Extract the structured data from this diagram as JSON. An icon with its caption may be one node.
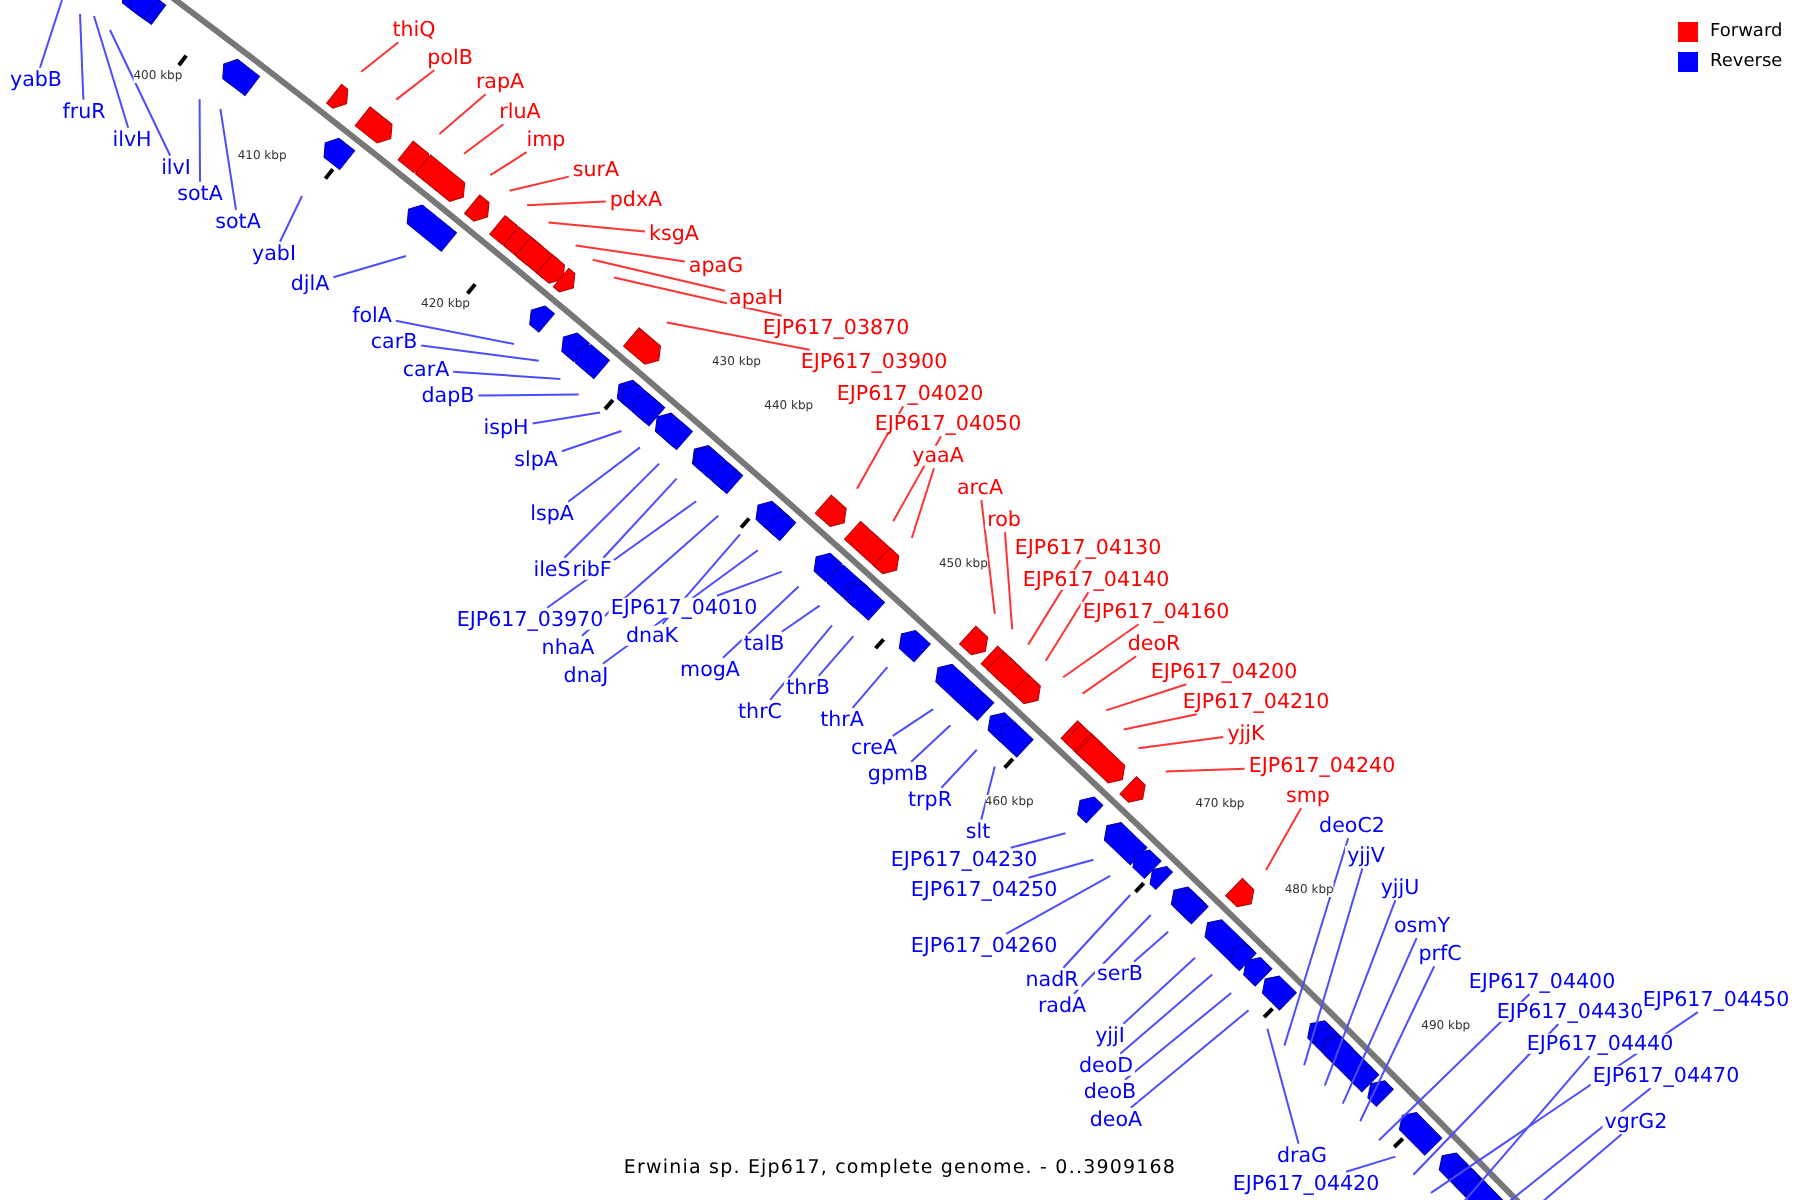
{
  "diagram": {
    "caption": "Erwinia sp. Ejp617, complete genome. - 0..3909168",
    "nodes": [
      {
        "text": [
          "yabB"
        ]
      },
      {
        "text": [
          "fruR"
        ]
      },
      {
        "text": [
          "ilvH"
        ]
      },
      {
        "text": [
          "ilvI"
        ]
      },
      {
        "text": [
          "sotA"
        ]
      },
      {
        "text": [
          "sotA"
        ]
      },
      {
        "text": [
          "yabI"
        ]
      },
      {
        "text": [
          "djlA"
        ]
      },
      {
        "text": [
          "folA"
        ]
      },
      {
        "text": [
          "carB"
        ]
      },
      {
        "text": [
          "carA"
        ]
      },
      {
        "text": [
          "dapB"
        ]
      },
      {
        "text": [
          "ispH"
        ]
      },
      {
        "text": [
          "slpA"
        ]
      },
      {
        "text": [
          "lspA"
        ]
      },
      {
        "text": [
          "ileS"
        ]
      },
      {
        "text": [
          "ribF"
        ]
      },
      {
        "text": [
          "EJP617_03970"
        ]
      },
      {
        "text": [
          "nhaA"
        ]
      },
      {
        "text": [
          "dnaK"
        ]
      },
      {
        "text": [
          "dnaJ"
        ]
      },
      {
        "text": [
          "EJP617_04010"
        ]
      },
      {
        "text": [
          "mogA"
        ]
      },
      {
        "text": [
          "talB"
        ]
      },
      {
        "text": [
          "thrC"
        ]
      },
      {
        "text": [
          "thrB"
        ]
      },
      {
        "text": [
          "thrA"
        ]
      },
      {
        "text": [
          "creA"
        ]
      },
      {
        "text": [
          "gpmB"
        ]
      },
      {
        "text": [
          "trpR"
        ]
      },
      {
        "text": [
          "slt"
        ]
      },
      {
        "text": [
          "EJP617_04230"
        ]
      },
      {
        "text": [
          "EJP617_04250"
        ]
      },
      {
        "text": [
          "EJP617_04260"
        ]
      },
      {
        "text": [
          "nadR"
        ]
      },
      {
        "text": [
          "radA"
        ]
      },
      {
        "text": [
          "serB"
        ]
      },
      {
        "text": [
          "yjjI"
        ]
      },
      {
        "text": [
          "deoD"
        ]
      },
      {
        "text": [
          "deoB"
        ]
      },
      {
        "text": [
          "deoA"
        ]
      },
      {
        "text": [
          "draG"
        ]
      },
      {
        "text": [
          "EJP617_04420"
        ]
      },
      {
        "text": [
          "deoC2"
        ]
      },
      {
        "text": [
          "yjjV"
        ]
      },
      {
        "text": [
          "yjjU"
        ]
      },
      {
        "text": [
          "osmY"
        ]
      },
      {
        "text": [
          "prfC"
        ]
      },
      {
        "text": [
          "EJP617_04400"
        ]
      },
      {
        "text": [
          "EJP617_04430"
        ]
      },
      {
        "text": [
          "EJP617_04450"
        ]
      },
      {
        "text": [
          "EJP617_04440"
        ]
      },
      {
        "text": [
          "EJP617_04470"
        ]
      },
      {
        "text": [
          "vgrG2"
        ]
      },
      {
        "text": [
          "thiQ"
        ]
      },
      {
        "text": [
          "polB"
        ]
      },
      {
        "text": [
          "rapA"
        ]
      },
      {
        "text": [
          "rluA"
        ]
      },
      {
        "text": [
          "imp"
        ]
      },
      {
        "text": [
          "surA"
        ]
      },
      {
        "text": [
          "pdxA"
        ]
      },
      {
        "text": [
          "ksgA"
        ]
      },
      {
        "text": [
          "apaG"
        ]
      },
      {
        "text": [
          "apaH"
        ]
      },
      {
        "text": [
          "EJP617_03870"
        ]
      },
      {
        "text": [
          "EJP617_03900"
        ]
      },
      {
        "text": [
          "EJP617_04020"
        ]
      },
      {
        "text": [
          "EJP617_04050"
        ]
      },
      {
        "text": [
          "yaaA"
        ]
      },
      {
        "text": [
          "arcA"
        ]
      },
      {
        "text": [
          "rob"
        ]
      },
      {
        "text": [
          "EJP617_04130"
        ]
      },
      {
        "text": [
          "EJP617_04140"
        ]
      },
      {
        "text": [
          "EJP617_04160"
        ]
      },
      {
        "text": [
          "deoR"
        ]
      },
      {
        "text": [
          "EJP617_04200"
        ]
      },
      {
        "text": [
          "EJP617_04210"
        ]
      },
      {
        "text": [
          "yjjK"
        ]
      },
      {
        "text": [
          "EJP617_04240"
        ]
      },
      {
        "text": [
          "smp"
        ]
      }
    ],
    "edges": [
      {
        "from": 0,
        "to": null,
        "arrow": "none"
      },
      {
        "from": 1,
        "to": null,
        "arrow": "none"
      },
      {
        "from": 2,
        "to": null,
        "arrow": "none"
      },
      {
        "from": 3,
        "to": null,
        "arrow": "none"
      },
      {
        "from": 4,
        "to": null,
        "arrow": "none"
      },
      {
        "from": 5,
        "to": null,
        "arrow": "none"
      },
      {
        "from": 6,
        "to": null,
        "arrow": "none"
      },
      {
        "from": 7,
        "to": null,
        "arrow": "none"
      },
      {
        "from": 8,
        "to": null,
        "arrow": "none"
      },
      {
        "from": 9,
        "to": null,
        "arrow": "none"
      },
      {
        "from": 10,
        "to": null,
        "arrow": "none"
      },
      {
        "from": 11,
        "to": null,
        "arrow": "none"
      },
      {
        "from": 12,
        "to": null,
        "arrow": "none"
      },
      {
        "from": 13,
        "to": null,
        "arrow": "none"
      },
      {
        "from": 14,
        "to": null,
        "arrow": "none"
      },
      {
        "from": 15,
        "to": null,
        "arrow": "none"
      },
      {
        "from": 16,
        "to": null,
        "arrow": "none"
      },
      {
        "from": 17,
        "to": null,
        "arrow": "none"
      },
      {
        "from": 18,
        "to": null,
        "arrow": "none"
      },
      {
        "from": 19,
        "to": null,
        "arrow": "none"
      },
      {
        "from": 20,
        "to": null,
        "arrow": "none"
      },
      {
        "from": 21,
        "to": null,
        "arrow": "none"
      },
      {
        "from": 22,
        "to": null,
        "arrow": "none"
      },
      {
        "from": 23,
        "to": null,
        "arrow": "none"
      },
      {
        "from": 24,
        "to": null,
        "arrow": "none"
      },
      {
        "from": 25,
        "to": null,
        "arrow": "none"
      },
      {
        "from": 26,
        "to": null,
        "arrow": "none"
      },
      {
        "from": 27,
        "to": null,
        "arrow": "none"
      },
      {
        "from": 28,
        "to": null,
        "arrow": "none"
      },
      {
        "from": 29,
        "to": null,
        "arrow": "none"
      },
      {
        "from": 30,
        "to": null,
        "arrow": "none"
      },
      {
        "from": 31,
        "to": null,
        "arrow": "none"
      },
      {
        "from": 32,
        "to": null,
        "arrow": "none"
      },
      {
        "from": 33,
        "to": null,
        "arrow": "none"
      },
      {
        "from": 34,
        "to": null,
        "arrow": "none"
      },
      {
        "from": 35,
        "to": null,
        "arrow": "none"
      },
      {
        "from": 36,
        "to": null,
        "arrow": "none"
      },
      {
        "from": 37,
        "to": null,
        "arrow": "none"
      },
      {
        "from": 38,
        "to": null,
        "arrow": "none"
      },
      {
        "from": 39,
        "to": null,
        "arrow": "none"
      },
      {
        "from": 40,
        "to": null,
        "arrow": "none"
      },
      {
        "from": 41,
        "to": null,
        "arrow": "none"
      },
      {
        "from": 42,
        "to": null,
        "arrow": "none"
      },
      {
        "from": 43,
        "to": null,
        "arrow": "none"
      },
      {
        "from": 44,
        "to": null,
        "arrow": "none"
      },
      {
        "from": 45,
        "to": null,
        "arrow": "none"
      },
      {
        "from": 46,
        "to": null,
        "arrow": "none"
      },
      {
        "from": 47,
        "to": null,
        "arrow": "none"
      },
      {
        "from": 48,
        "to": null,
        "arrow": "none"
      },
      {
        "from": 49,
        "to": null,
        "arrow": "none"
      },
      {
        "from": 50,
        "to": null,
        "arrow": "none"
      },
      {
        "from": 51,
        "to": null,
        "arrow": "none"
      },
      {
        "from": 52,
        "to": null,
        "arrow": "none"
      },
      {
        "from": 53,
        "to": null,
        "arrow": "none"
      },
      {
        "from": 54,
        "to": null,
        "arrow": "none",
        "color": "#ff3333"
      },
      {
        "from": 55,
        "to": null,
        "arrow": "none",
        "color": "#ff3333"
      },
      {
        "from": 56,
        "to": null,
        "arrow": "none",
        "color": "#ff3333"
      },
      {
        "from": 57,
        "to": null,
        "arrow": "none",
        "color": "#ff3333"
      },
      {
        "from": 58,
        "to": null,
        "arrow": "none",
        "color": "#ff3333"
      },
      {
        "from": 59,
        "to": null,
        "arrow": "none",
        "color": "#ff3333"
      },
      {
        "from": 60,
        "to": null,
        "arrow": "none",
        "color": "#ff3333"
      },
      {
        "from": 61,
        "to": null,
        "arrow": "none",
        "color": "#ff3333"
      },
      {
        "from": 62,
        "to": null,
        "arrow": "none",
        "color": "#ff3333"
      },
      {
        "from": 63,
        "to": null,
        "arrow": "none",
        "color": "#ff3333"
      },
      {
        "from": 64,
        "to": null,
        "arrow": "none",
        "color": "#ff3333"
      },
      {
        "from": 65,
        "to": null,
        "arrow": "none",
        "color": "#ff3333"
      },
      {
        "from": 66,
        "to": null,
        "arrow": "none",
        "color": "#ff3333"
      },
      {
        "from": 67,
        "to": null,
        "arrow": "none",
        "color": "#ff3333"
      },
      {
        "from": 68,
        "to": null,
        "arrow": "none",
        "color": "#ff3333"
      },
      {
        "from": 69,
        "to": null,
        "arrow": "none",
        "color": "#ff3333"
      },
      {
        "from": 70,
        "to": null,
        "arrow": "none",
        "color": "#ff3333"
      },
      {
        "from": 71,
        "to": null,
        "arrow": "none",
        "color": "#ff3333"
      },
      {
        "from": 72,
        "to": null,
        "arrow": "none",
        "color": "#ff3333"
      },
      {
        "from": 73,
        "to": null,
        "arrow": "none",
        "color": "#ff3333"
      },
      {
        "from": 74,
        "to": null,
        "arrow": "none",
        "color": "#ff3333"
      },
      {
        "from": 75,
        "to": null,
        "arrow": "none",
        "color": "#ff3333"
      },
      {
        "from": 76,
        "to": null,
        "arrow": "none",
        "color": "#ff3333"
      },
      {
        "from": 77,
        "to": null,
        "arrow": "none",
        "color": "#ff3333"
      },
      {
        "from": 78,
        "to": null,
        "arrow": "none",
        "color": "#ff3333"
      },
      {
        "from": 79,
        "to": null,
        "arrow": "none",
        "color": "#ff3333"
      }
    ],
    "labels": [
      "400 kbp",
      "410 kbp",
      "420 kbp",
      "430 kbp",
      "440 kbp",
      "450 kbp",
      "460 kbp",
      "470 kbp",
      "480 kbp",
      "490 kbp"
    ],
    "legend": [
      {
        "text": "Forward",
        "color": "#ff0000"
      },
      {
        "text": "Reverse",
        "color": "#0000ff"
      }
    ]
  }
}
